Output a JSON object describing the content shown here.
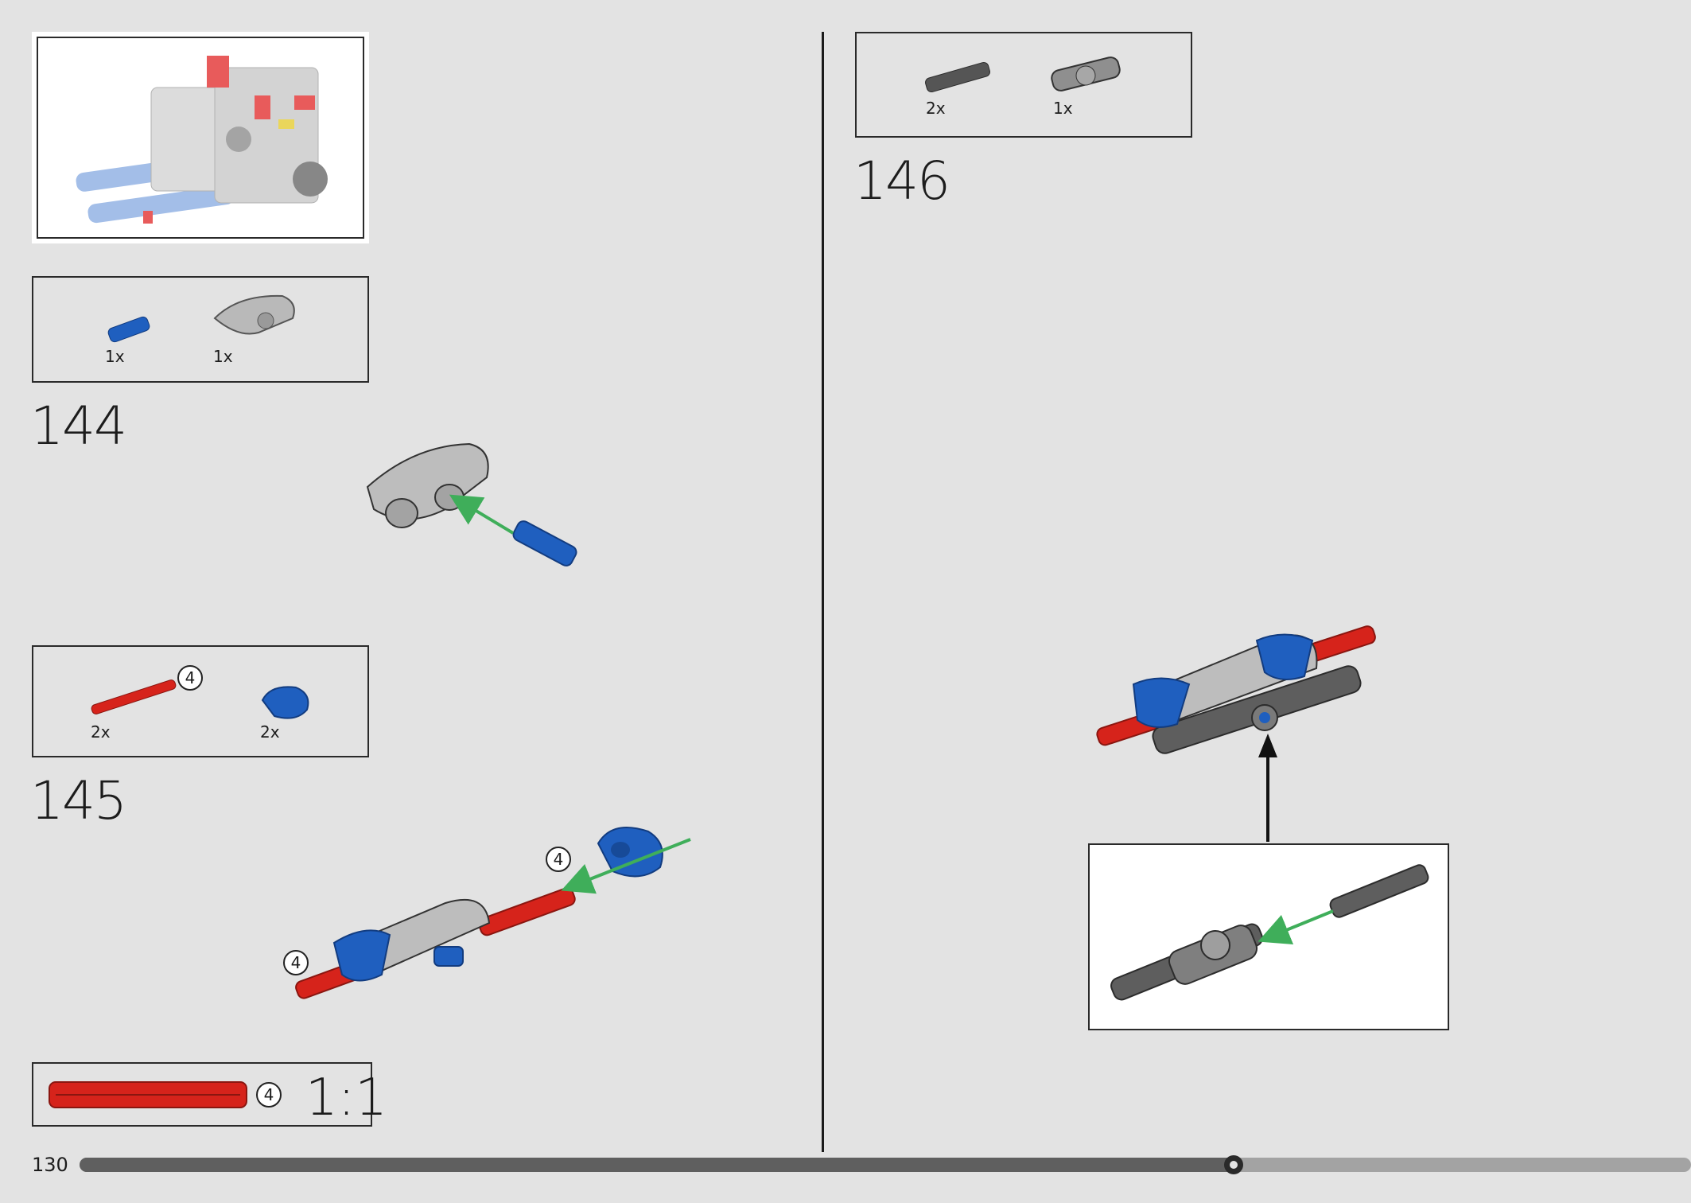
{
  "page": {
    "number": "130",
    "progress": 0.716
  },
  "steps": {
    "s144": {
      "number": "144",
      "parts": [
        {
          "qty": "1x",
          "icon": "blue-pin-icon"
        },
        {
          "qty": "1x",
          "icon": "gray-cover-icon"
        }
      ]
    },
    "s145": {
      "number": "145",
      "parts": [
        {
          "qty": "2x",
          "icon": "red-axle-icon",
          "length": "4"
        },
        {
          "qty": "2x",
          "icon": "blue-link-icon"
        }
      ],
      "callouts": [
        "4",
        "4"
      ]
    },
    "s146": {
      "number": "146",
      "parts": [
        {
          "qty": "2x",
          "icon": "dark-pin-icon"
        },
        {
          "qty": "1x",
          "icon": "gray-connector-icon"
        }
      ]
    }
  },
  "scale_box": {
    "length": "4",
    "ratio": "1:1"
  },
  "colors": {
    "red": "#d6231b",
    "blue": "#1f5fbf",
    "gray": "#b4b4b4",
    "dark_gray": "#5a5a5a",
    "arrow_green": "#3fae5a"
  }
}
